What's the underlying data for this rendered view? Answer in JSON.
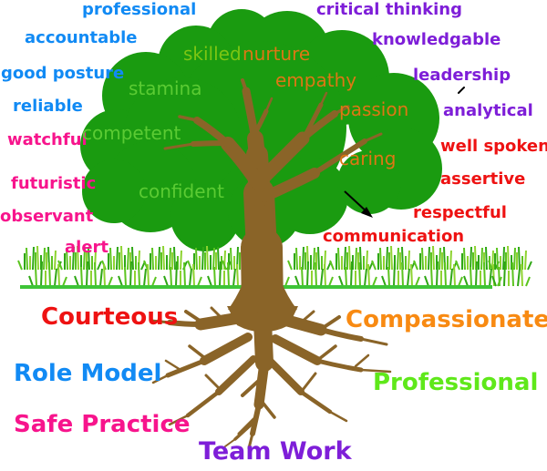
{
  "figure": {
    "type": "word-tree-clipart",
    "description": "Tree illustration with professional qualities written in and around the canopy and core values beneath the roots"
  },
  "palette": {
    "blue": "#118AF4",
    "purple": "#7E1ED8",
    "pink": "#F7148C",
    "red": "#EE1212",
    "orange_leaf": "#DD7714",
    "orange_bright": "#F88A12",
    "leaf_text_green": "#5BCB33",
    "leaf_text_yellow_green": "#7CC513",
    "lime_bright": "#5FE81A",
    "canopy": "#1A9B10",
    "wood": "#8A6428",
    "ground_line": "#3EC437",
    "grass_dark": "#2FA715",
    "grass_mid": "#5BC41F",
    "grass_light": "#8ED331",
    "arrow_black": "#000000"
  },
  "labels": [
    {
      "text": "professional",
      "color": "#118AF4"
    },
    {
      "text": "critical thinking",
      "color": "#7E1ED8"
    },
    {
      "text": "accountable",
      "color": "#118AF4"
    },
    {
      "text": "knowledgable",
      "color": "#7E1ED8"
    },
    {
      "text": "good posture",
      "color": "#118AF4"
    },
    {
      "text": "leadership",
      "color": "#7E1ED8"
    },
    {
      "text": "reliable",
      "color": "#118AF4"
    },
    {
      "text": "analytical",
      "color": "#7E1ED8"
    },
    {
      "text": "watchful",
      "color": "#F7148C"
    },
    {
      "text": "well spoken",
      "color": "#EE1212"
    },
    {
      "text": "assertive",
      "color": "#EE1212"
    },
    {
      "text": "futuristic",
      "color": "#F7148C"
    },
    {
      "text": "respectful",
      "color": "#EE1212"
    },
    {
      "text": "observant",
      "color": "#F7148C"
    },
    {
      "text": "communication",
      "color": "#EE1212"
    },
    {
      "text": "alert",
      "color": "#F7148C"
    },
    {
      "text": "skilled",
      "color": "#7CC513"
    },
    {
      "text": "nurture",
      "color": "#DD7714"
    },
    {
      "text": "empathy",
      "color": "#DD7714"
    },
    {
      "text": "stamina",
      "color": "#5BCB33"
    },
    {
      "text": "passion",
      "color": "#DD7714"
    },
    {
      "text": "competent",
      "color": "#5BCB33"
    },
    {
      "text": "caring",
      "color": "#DD7714"
    },
    {
      "text": "confident",
      "color": "#5BCB33"
    },
    {
      "text": "Courteous",
      "color": "#EE1212"
    },
    {
      "text": "Compassionate",
      "color": "#F88A12"
    },
    {
      "text": "Role Model",
      "color": "#118AF4"
    },
    {
      "text": "Professional",
      "color": "#5FE81A"
    },
    {
      "text": "Safe Practice",
      "color": "#F7148C"
    },
    {
      "text": "Team Work",
      "color": "#7E1ED8"
    }
  ]
}
